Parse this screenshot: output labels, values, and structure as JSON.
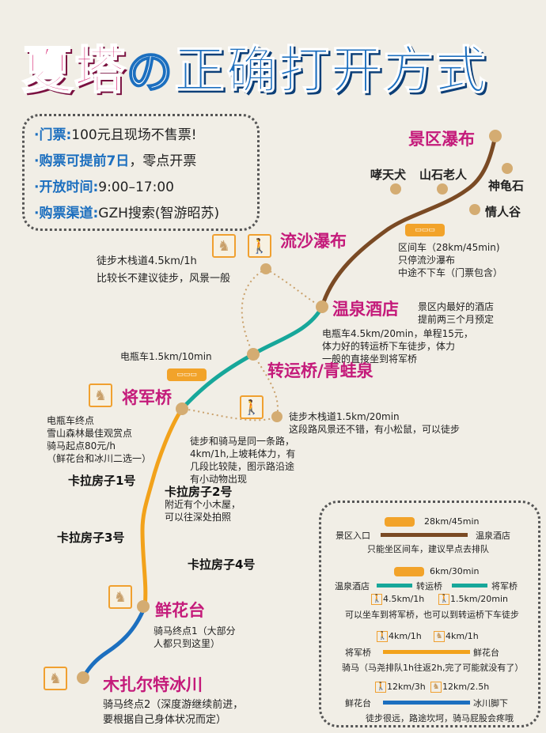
{
  "title": {
    "part1": "夏塔",
    "part2": "の",
    "part3": "正确打开方式"
  },
  "info": [
    {
      "key": "门票:",
      "value": "100元且现场不售票!"
    },
    {
      "key": "购票可提前7日",
      "value": "，零点开票"
    },
    {
      "key": "开放时间:",
      "value": "9:00–17:00"
    },
    {
      "key": "购票渠道:",
      "value": "GZH搜索(智游昭苏)"
    }
  ],
  "stops": {
    "waterfall": "景区瀑布",
    "liusha": "流沙瀑布",
    "hotel": "温泉酒店",
    "zhuanyun": "转运桥/青蛙泉",
    "jiangjun": "将军桥",
    "xianhua": "鲜花台",
    "glacier": "木扎尔特冰川"
  },
  "pois": [
    "哮天犬",
    "山石老人",
    "神龟石",
    "情人谷"
  ],
  "notes": {
    "shuttle": [
      "区间车（28km/45min)",
      "只停流沙瀑布",
      "中途不下车（门票包含）"
    ],
    "liusha_walk": [
      "徒步木栈道4.5km/1h",
      "比较长不建议徒步，风景一般"
    ],
    "hotel": [
      "景区内最好的酒店",
      "提前两三个月预定"
    ],
    "ebike": [
      "电瓶车4.5km/20min，单程15元，",
      "体力好的转运桥下车徒步，体力",
      "一般的直接坐到将军桥"
    ],
    "ebike_short": "电瓶车1.5km/10min",
    "jiangjun": [
      "电瓶车终点",
      "雪山森林最佳观赏点",
      "骑马起点80元/h",
      "（鲜花台和冰川二选一）"
    ],
    "walk_short": [
      "徒步木栈道1.5km/20min",
      "这段路风景还不错，有小松鼠，可以徒步"
    ],
    "horse_walk": [
      "徒步和骑马是同一条路，",
      "4km/1h,上坡耗体力，有",
      "几段比较陡，图示路沿途",
      "有小动物出现"
    ],
    "kala2": [
      "附近有个小木屋，",
      "可以往深处拍照"
    ],
    "xianhua": [
      "骑马终点1（大部分",
      "人都只到这里）"
    ],
    "glacier": [
      "骑马终点2（深度游继续前进，",
      "要根据自己身体状况而定）"
    ]
  },
  "kala": [
    "卡拉房子1号",
    "卡拉房子2号",
    "卡拉房子3号",
    "卡拉房子4号"
  ],
  "legend": [
    {
      "top": "28km/45min",
      "from": "景区入口",
      "to": "温泉酒店",
      "note": "只能坐区间车，建议早点去排队",
      "color": "#7a4a24"
    },
    {
      "top": "6km/30min",
      "from": "温泉酒店",
      "mid": "转运桥",
      "to": "将军桥",
      "walk1": "4.5km/1h",
      "walk2": "1.5km/20min",
      "note": "可以坐车到将军桥，也可以到转运桥下车徒步",
      "color": "#17a79a"
    },
    {
      "walk": "4km/1h",
      "horse": "4km/1h",
      "from": "将军桥",
      "to": "鲜花台",
      "note": "骑马（马尧排队1h往返2h,完了可能就没有了）",
      "color": "#f2a21b"
    },
    {
      "walk": "12km/3h",
      "horse": "12km/2.5h",
      "from": "鲜花台",
      "to": "冰川脚下",
      "note": "徒步很远，路途坎坷，骑马屁股会疼哦",
      "color": "#1c6fbf"
    }
  ],
  "colors": {
    "brown": "#7a4a24",
    "teal": "#17a79a",
    "orange": "#f2a21b",
    "blue": "#1c6fbf",
    "magenta": "#c41a7a",
    "dot": "#d4ac72"
  }
}
